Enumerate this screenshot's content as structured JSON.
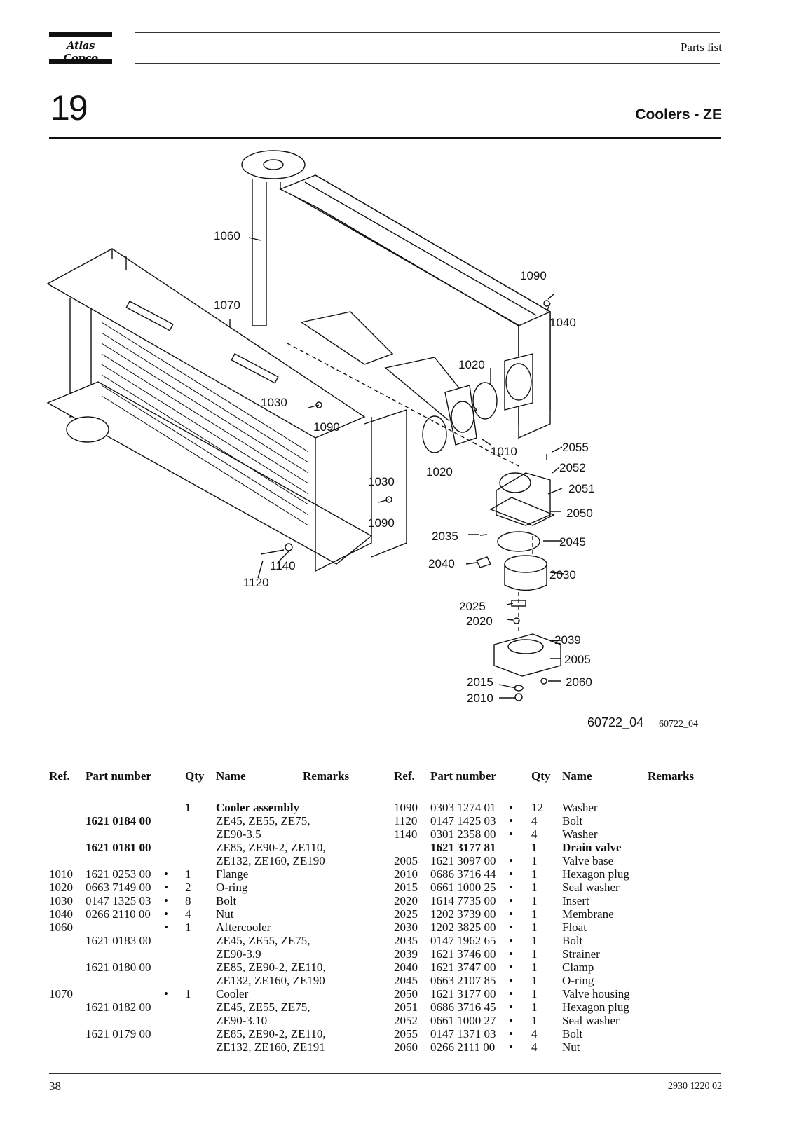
{
  "header": {
    "brand": "Atlas Copco",
    "label": "Parts list"
  },
  "chapter": "19",
  "section_title": "Coolers - ZE",
  "figure": {
    "id_bold": "60722_04",
    "id_small": "60722_04",
    "callouts": [
      "1060",
      "1070",
      "1090",
      "1040",
      "1020",
      "1030",
      "1090",
      "1010",
      "2055",
      "1020",
      "2052",
      "2051",
      "1030",
      "2050",
      "1090",
      "2035",
      "2045",
      "1140",
      "2040",
      "2030",
      "1120",
      "2025",
      "2020",
      "2039",
      "2005",
      "2015",
      "2060",
      "2010"
    ]
  },
  "table_columns": {
    "ref": "Ref.",
    "part": "Part number",
    "qty": "Qty",
    "name": "Name",
    "remarks": "Remarks"
  },
  "left_rows": [
    {
      "ref": "",
      "part": "",
      "dot": "",
      "qty": "1",
      "name": "Cooler assembly",
      "bold": true
    },
    {
      "ref": "",
      "part": "1621 0184 00",
      "dot": "",
      "qty": "",
      "name": "ZE45, ZE55, ZE75,",
      "bold_part": true
    },
    {
      "ref": "",
      "part": "",
      "dot": "",
      "qty": "",
      "name": "ZE90-3.5"
    },
    {
      "ref": "",
      "part": "1621 0181 00",
      "dot": "",
      "qty": "",
      "name": "ZE85, ZE90-2, ZE110,",
      "bold_part": true
    },
    {
      "ref": "",
      "part": "",
      "dot": "",
      "qty": "",
      "name": "ZE132, ZE160, ZE190"
    },
    {
      "ref": "1010",
      "part": "1621 0253 00",
      "dot": "•",
      "qty": "1",
      "name": "Flange"
    },
    {
      "ref": "1020",
      "part": "0663 7149 00",
      "dot": "•",
      "qty": "2",
      "name": "O-ring"
    },
    {
      "ref": "1030",
      "part": "0147 1325 03",
      "dot": "•",
      "qty": "8",
      "name": "Bolt"
    },
    {
      "ref": "1040",
      "part": "0266 2110 00",
      "dot": "•",
      "qty": "4",
      "name": "Nut"
    },
    {
      "ref": "1060",
      "part": "",
      "dot": "•",
      "qty": "1",
      "name": "Aftercooler"
    },
    {
      "ref": "",
      "part": "1621 0183 00",
      "dot": "",
      "qty": "",
      "name": "ZE45, ZE55, ZE75,"
    },
    {
      "ref": "",
      "part": "",
      "dot": "",
      "qty": "",
      "name": "ZE90-3.9"
    },
    {
      "ref": "",
      "part": "1621 0180 00",
      "dot": "",
      "qty": "",
      "name": "ZE85, ZE90-2, ZE110,"
    },
    {
      "ref": "",
      "part": "",
      "dot": "",
      "qty": "",
      "name": "ZE132, ZE160, ZE190"
    },
    {
      "ref": "1070",
      "part": "",
      "dot": "•",
      "qty": "1",
      "name": "Cooler"
    },
    {
      "ref": "",
      "part": "1621 0182 00",
      "dot": "",
      "qty": "",
      "name": "ZE45, ZE55, ZE75,"
    },
    {
      "ref": "",
      "part": "",
      "dot": "",
      "qty": "",
      "name": "ZE90-3.10"
    },
    {
      "ref": "",
      "part": "1621 0179 00",
      "dot": "",
      "qty": "",
      "name": "ZE85, ZE90-2, ZE110,"
    },
    {
      "ref": "",
      "part": "",
      "dot": "",
      "qty": "",
      "name": "ZE132, ZE160, ZE191"
    }
  ],
  "right_rows": [
    {
      "ref": "1090",
      "part": "0303 1274 01",
      "dot": "•",
      "qty": "12",
      "name": "Washer"
    },
    {
      "ref": "1120",
      "part": "0147 1425 03",
      "dot": "•",
      "qty": "4",
      "name": "Bolt"
    },
    {
      "ref": "1140",
      "part": "0301 2358 00",
      "dot": "•",
      "qty": "4",
      "name": "Washer"
    },
    {
      "ref": "",
      "part": "1621 3177 81",
      "dot": "",
      "qty": "1",
      "name": "Drain valve",
      "bold": true
    },
    {
      "ref": "2005",
      "part": "1621 3097 00",
      "dot": "•",
      "qty": "1",
      "name": "Valve base"
    },
    {
      "ref": "2010",
      "part": "0686 3716 44",
      "dot": "•",
      "qty": "1",
      "name": "Hexagon plug"
    },
    {
      "ref": "2015",
      "part": "0661 1000 25",
      "dot": "•",
      "qty": "1",
      "name": "Seal washer"
    },
    {
      "ref": "2020",
      "part": "1614 7735 00",
      "dot": "•",
      "qty": "1",
      "name": "Insert"
    },
    {
      "ref": "2025",
      "part": "1202 3739 00",
      "dot": "•",
      "qty": "1",
      "name": "Membrane"
    },
    {
      "ref": "2030",
      "part": "1202 3825 00",
      "dot": "•",
      "qty": "1",
      "name": "Float"
    },
    {
      "ref": "2035",
      "part": "0147 1962 65",
      "dot": "•",
      "qty": "1",
      "name": "Bolt"
    },
    {
      "ref": "2039",
      "part": "1621 3746 00",
      "dot": "•",
      "qty": "1",
      "name": "Strainer"
    },
    {
      "ref": "2040",
      "part": "1621 3747 00",
      "dot": "•",
      "qty": "1",
      "name": "Clamp"
    },
    {
      "ref": "2045",
      "part": "0663 2107 85",
      "dot": "•",
      "qty": "1",
      "name": "O-ring"
    },
    {
      "ref": "2050",
      "part": "1621 3177 00",
      "dot": "•",
      "qty": "1",
      "name": "Valve housing"
    },
    {
      "ref": "2051",
      "part": "0686 3716 45",
      "dot": "•",
      "qty": "1",
      "name": "Hexagon plug"
    },
    {
      "ref": "2052",
      "part": "0661 1000 27",
      "dot": "•",
      "qty": "1",
      "name": "Seal washer"
    },
    {
      "ref": "2055",
      "part": "0147 1371 03",
      "dot": "•",
      "qty": "4",
      "name": "Bolt"
    },
    {
      "ref": "2060",
      "part": "0266 2111 00",
      "dot": "•",
      "qty": "4",
      "name": "Nut"
    }
  ],
  "footer": {
    "page_number": "38",
    "document_number": "2930 1220 02"
  }
}
